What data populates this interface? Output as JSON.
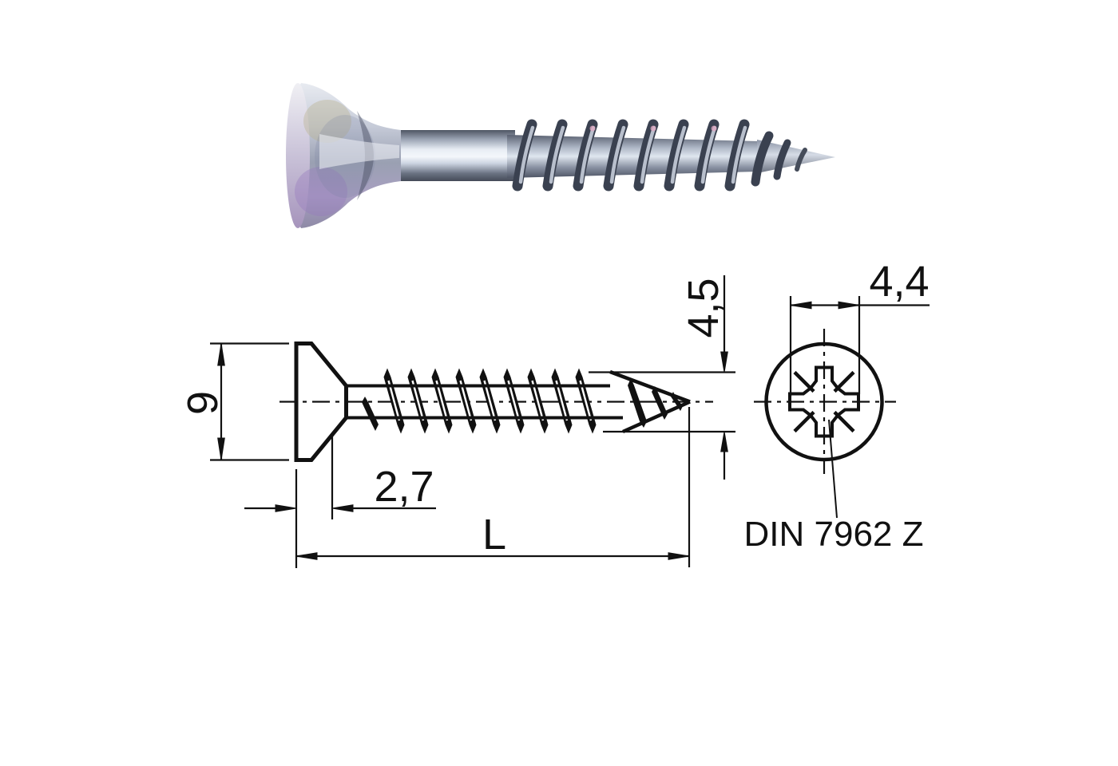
{
  "figure": {
    "kind": "technical-drawing-with-photo",
    "subject": "countersunk chipboard screw (Pozidriv)",
    "labels": {
      "head_diameter": "9",
      "head_height": "2,7",
      "total_length": "L",
      "thread_outer_diameter": "4,5",
      "recess_width": "4,4",
      "standard": "DIN 7962 Z"
    },
    "colors": {
      "line": "#111111",
      "background": "#ffffff",
      "steel_light": "#eef1f5",
      "steel_mid": "#9aa3b3",
      "steel_dark": "#454b58",
      "iridescent_violet": "#9b8fb0"
    }
  }
}
